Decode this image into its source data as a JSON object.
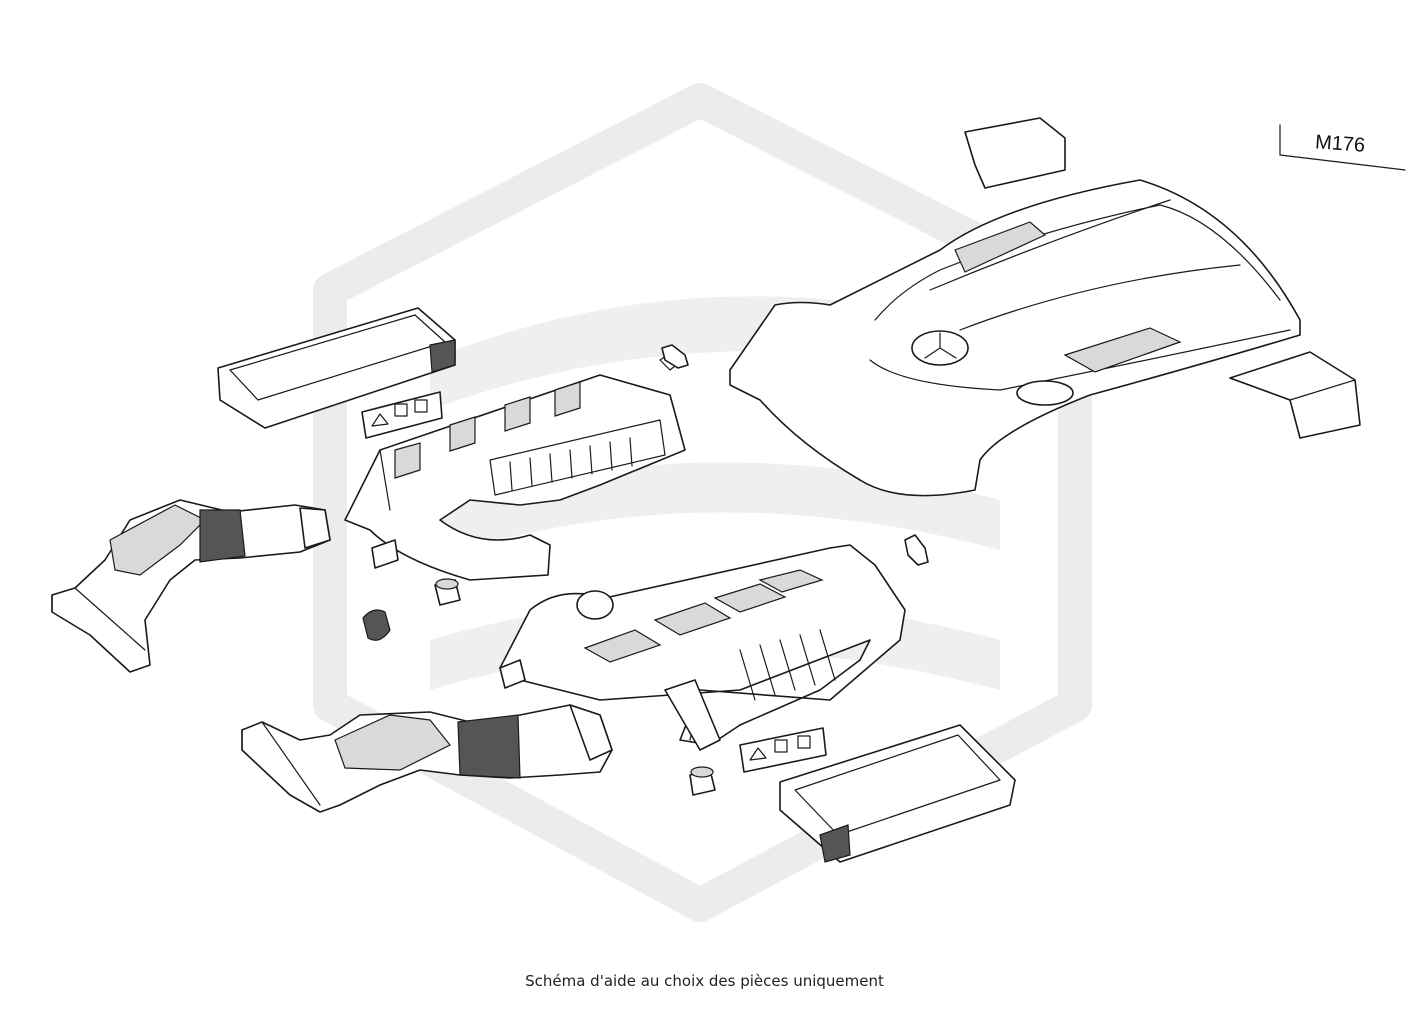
{
  "diagram": {
    "engine_code": "M176",
    "caption": "Schéma d'aide au choix des pièces uniquement"
  },
  "colors": {
    "line": "#1a1a1a",
    "watermark": "#ececec",
    "background": "#ffffff"
  },
  "parts": [
    {
      "name": "engine-cover",
      "icon": "engine-cover-icon"
    },
    {
      "name": "cover-clip-top",
      "icon": "bracket-icon"
    },
    {
      "name": "cover-clip-right",
      "icon": "bracket-icon"
    },
    {
      "name": "air-filter-element-left",
      "icon": "filter-icon"
    },
    {
      "name": "air-filter-element-right",
      "icon": "filter-icon"
    },
    {
      "name": "air-filter-housing-left",
      "icon": "filter-housing-icon"
    },
    {
      "name": "air-filter-housing-right",
      "icon": "filter-housing-icon"
    },
    {
      "name": "intake-duct-upper",
      "icon": "duct-icon"
    },
    {
      "name": "intake-duct-lower",
      "icon": "duct-icon"
    },
    {
      "name": "warning-label-left",
      "icon": "warning-label-icon"
    },
    {
      "name": "warning-label-right",
      "icon": "warning-label-icon"
    },
    {
      "name": "sensor-left",
      "icon": "sensor-icon"
    },
    {
      "name": "sensor-right",
      "icon": "sensor-icon"
    },
    {
      "name": "grommet",
      "icon": "grommet-icon"
    },
    {
      "name": "rubber-mount-left",
      "icon": "mount-icon"
    },
    {
      "name": "rubber-mount-right",
      "icon": "mount-icon"
    }
  ]
}
